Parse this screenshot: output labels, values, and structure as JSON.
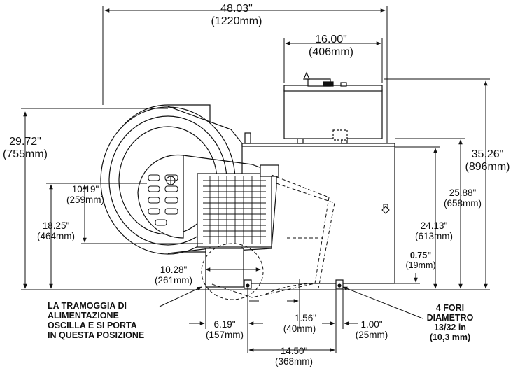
{
  "dimensions": {
    "overall_width": {
      "in": "48.03\"",
      "mm": "(1220mm)"
    },
    "top_unit_width": {
      "in": "16.00\"",
      "mm": "(406mm)"
    },
    "overall_height": {
      "in": "29.72\"",
      "mm": "(755mm)"
    },
    "top_height": {
      "in": "35.26\"",
      "mm": "(896mm)"
    },
    "cabinet_height": {
      "in": "25.88\"",
      "mm": "(658mm)"
    },
    "inner_height": {
      "in": "24.13\"",
      "mm": "(613mm)"
    },
    "foot_height": {
      "in": "0.75\"",
      "mm": "(19mm)"
    },
    "hopper_inner": {
      "in": "10.19\"",
      "mm": "(259mm)"
    },
    "hopper_height": {
      "in": "18.25\"",
      "mm": "(464mm)"
    },
    "hopper_offset": {
      "in": "10.28\"",
      "mm": "(261mm)"
    },
    "base_left": {
      "in": "6.19\"",
      "mm": "(157mm)"
    },
    "foot_gap": {
      "in": "1.56\"",
      "mm": "(40mm)"
    },
    "foot_right": {
      "in": "1.00\"",
      "mm": "(25mm)"
    },
    "base_span": {
      "in": "14.50\"",
      "mm": "(368mm)"
    }
  },
  "notes": {
    "hopper": [
      "LA TRAMOGGIA DI",
      "ALIMENTAZIONE",
      "OSCILLA E SI PORTA",
      "IN QUESTA POSIZIONE"
    ],
    "holes": [
      "4 FORI",
      "DIAMETRO",
      "13/32 in",
      "(10,3 mm)"
    ]
  }
}
